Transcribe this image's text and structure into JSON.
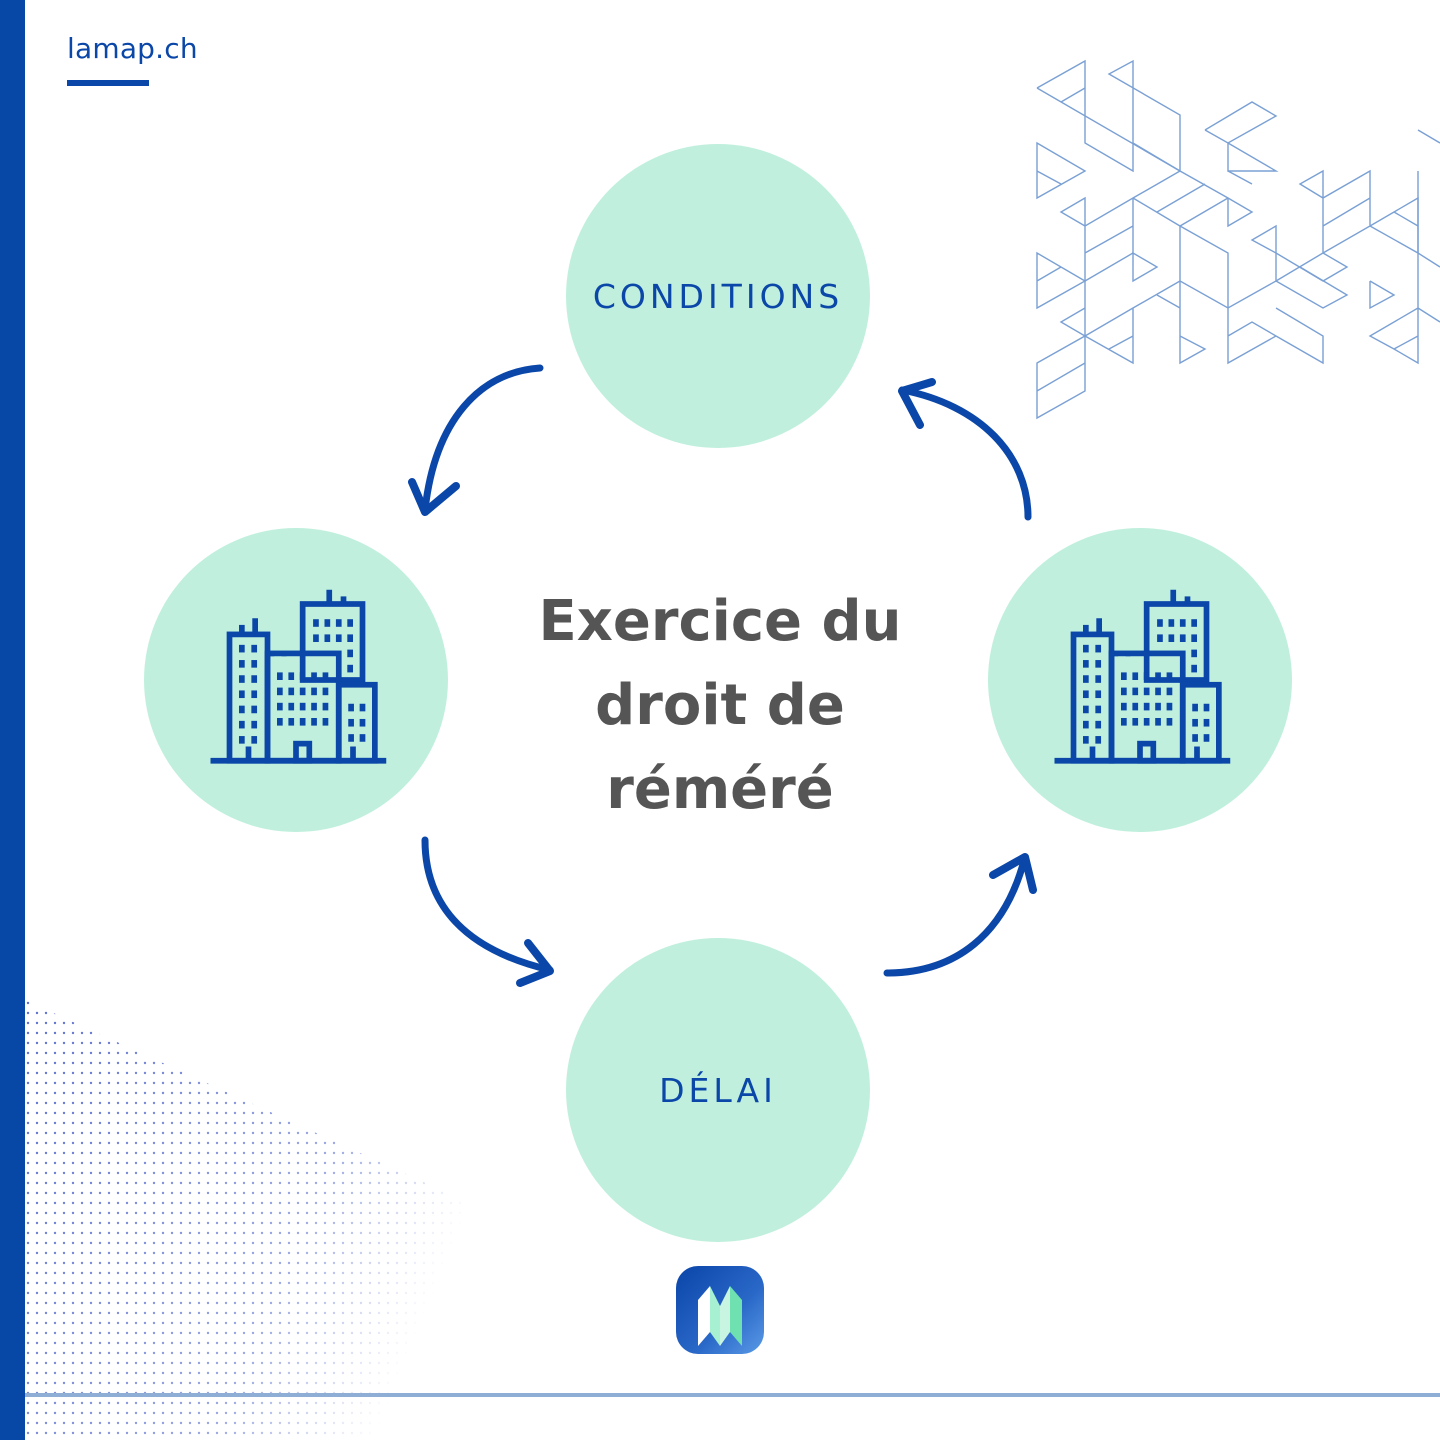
{
  "brand": {
    "name": "lamap.ch",
    "color": "#0b47a8"
  },
  "diagram": {
    "title_lines": [
      "Exercice du",
      "droit de",
      "réméré"
    ],
    "nodes": [
      {
        "position": "top",
        "label": "CONDITIONS"
      },
      {
        "position": "left",
        "icon": "buildings-icon"
      },
      {
        "position": "right",
        "icon": "buildings-icon"
      },
      {
        "position": "bottom",
        "label": "DÉLAI"
      }
    ],
    "flow": [
      "top → left",
      "left → bottom",
      "bottom → right",
      "right → top"
    ],
    "arrow_color": "#0b47a8",
    "node_fill": "#c0f0dd",
    "title_color": "#555555"
  },
  "footer": {
    "logo_icon": "lamap-folded-map-logo"
  },
  "decor": {
    "accent_bar_color": "#0747a6",
    "pattern_color": "#7aa0d4"
  }
}
